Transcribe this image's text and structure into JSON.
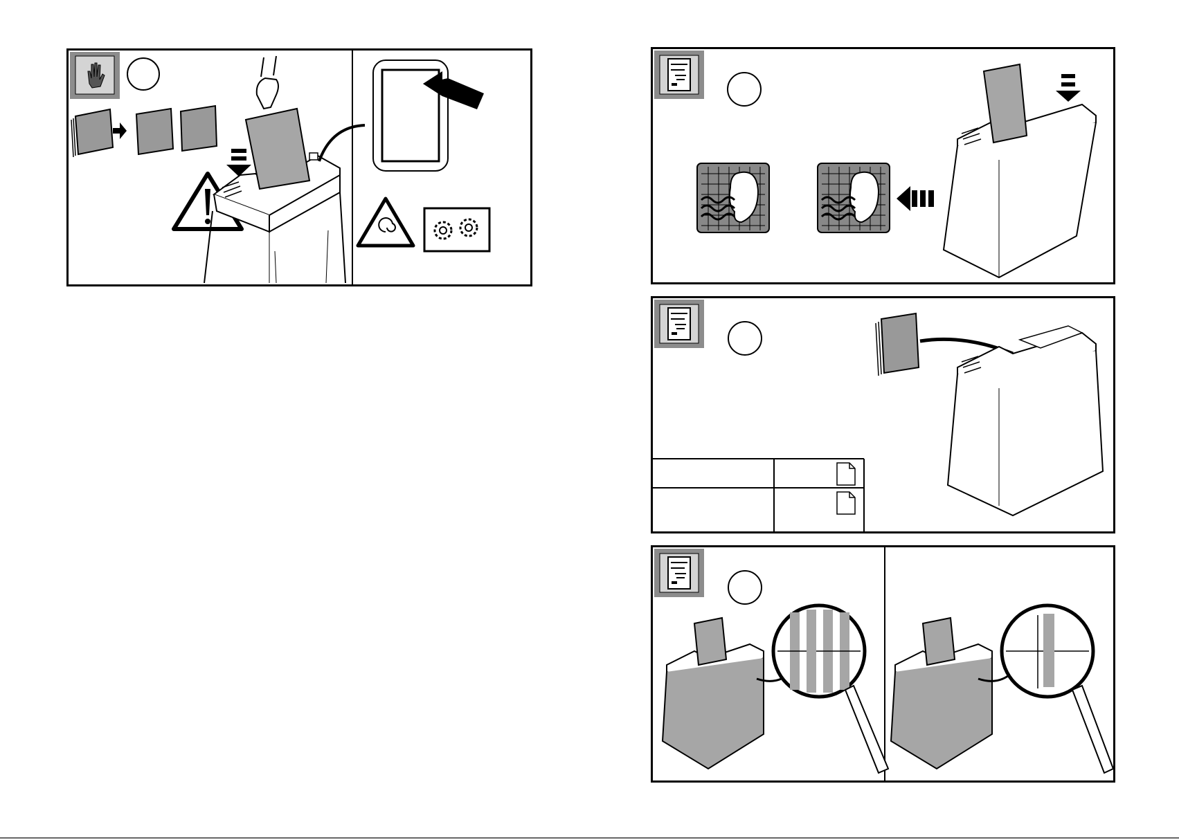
{
  "page": {
    "panels": [
      {
        "id": "safety-panel",
        "icon": "hand-glove-icon",
        "step_circle": ""
      },
      {
        "id": "noise-panel",
        "icon": "document-manual-icon",
        "step_circle": ""
      },
      {
        "id": "capacity-panel",
        "icon": "document-manual-icon",
        "step_circle": "",
        "capacity_table": {
          "rows": [
            {
              "label": "",
              "value": ""
            },
            {
              "label": "",
              "value": ""
            }
          ]
        }
      },
      {
        "id": "cut-size-panel",
        "icon": "document-manual-icon",
        "step_circle": ""
      }
    ],
    "icons": [
      "hand-glove-icon",
      "warning-triangle-icon",
      "entanglement-warning-icon",
      "gears-icon",
      "ear-noise-icon",
      "document-manual-icon",
      "magnifier-icon",
      "paper-sheet-icon"
    ],
    "colors": {
      "ink": "#000000",
      "gray_fill": "#a6a6a6",
      "icon_bevel": "#8c8c8c"
    }
  }
}
